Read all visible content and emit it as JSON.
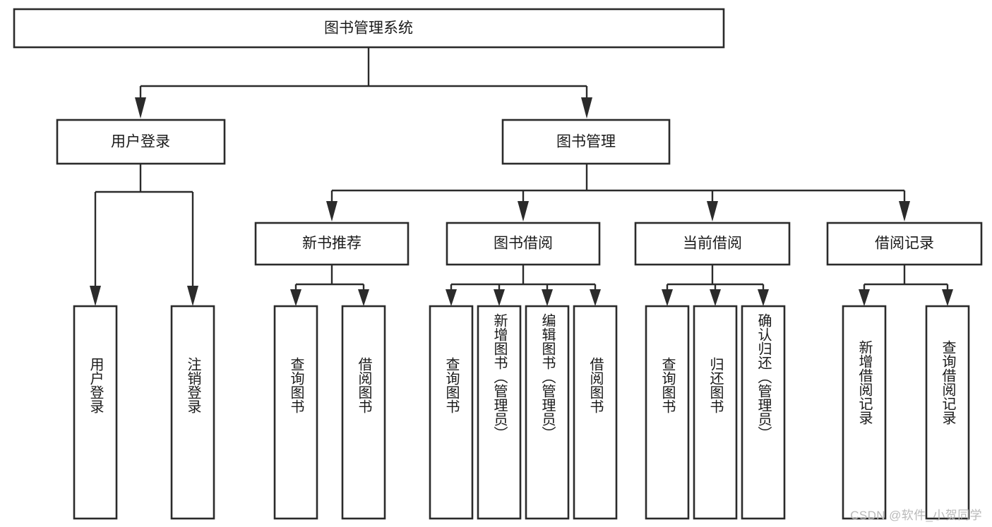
{
  "diagram": {
    "type": "tree",
    "title": "图书管理系统",
    "orientation": "top-down",
    "colors": {
      "box_stroke": "#2b2b2b",
      "box_fill": "#ffffff",
      "connector": "#2b2b2b",
      "text": "#1a1a1a",
      "watermark": "#b9b9b9",
      "background": "#ffffff"
    },
    "root": {
      "label": "图书管理系统"
    },
    "level1": [
      {
        "label": "用户登录"
      },
      {
        "label": "图书管理"
      }
    ],
    "level2": [
      {
        "label": "新书推荐"
      },
      {
        "label": "图书借阅"
      },
      {
        "label": "当前借阅"
      },
      {
        "label": "借阅记录"
      }
    ],
    "leaves": {
      "user_login": [
        {
          "label": "用户登录"
        },
        {
          "label": "注销登录"
        }
      ],
      "new_book_recommend": [
        {
          "label": "查询图书"
        },
        {
          "label": "借阅图书"
        }
      ],
      "book_borrow": [
        {
          "label": "查询图书"
        },
        {
          "label": "新增图书（管理员）"
        },
        {
          "label": "编辑图书（管理员）"
        },
        {
          "label": "借阅图书"
        }
      ],
      "current_borrow": [
        {
          "label": "查询图书"
        },
        {
          "label": "归还图书"
        },
        {
          "label": "确认归还（管理员）"
        }
      ],
      "borrow_record": [
        {
          "label": "新增借阅记录"
        },
        {
          "label": "查询借阅记录"
        }
      ]
    },
    "watermark": "CSDN @软件_小贺同学"
  }
}
